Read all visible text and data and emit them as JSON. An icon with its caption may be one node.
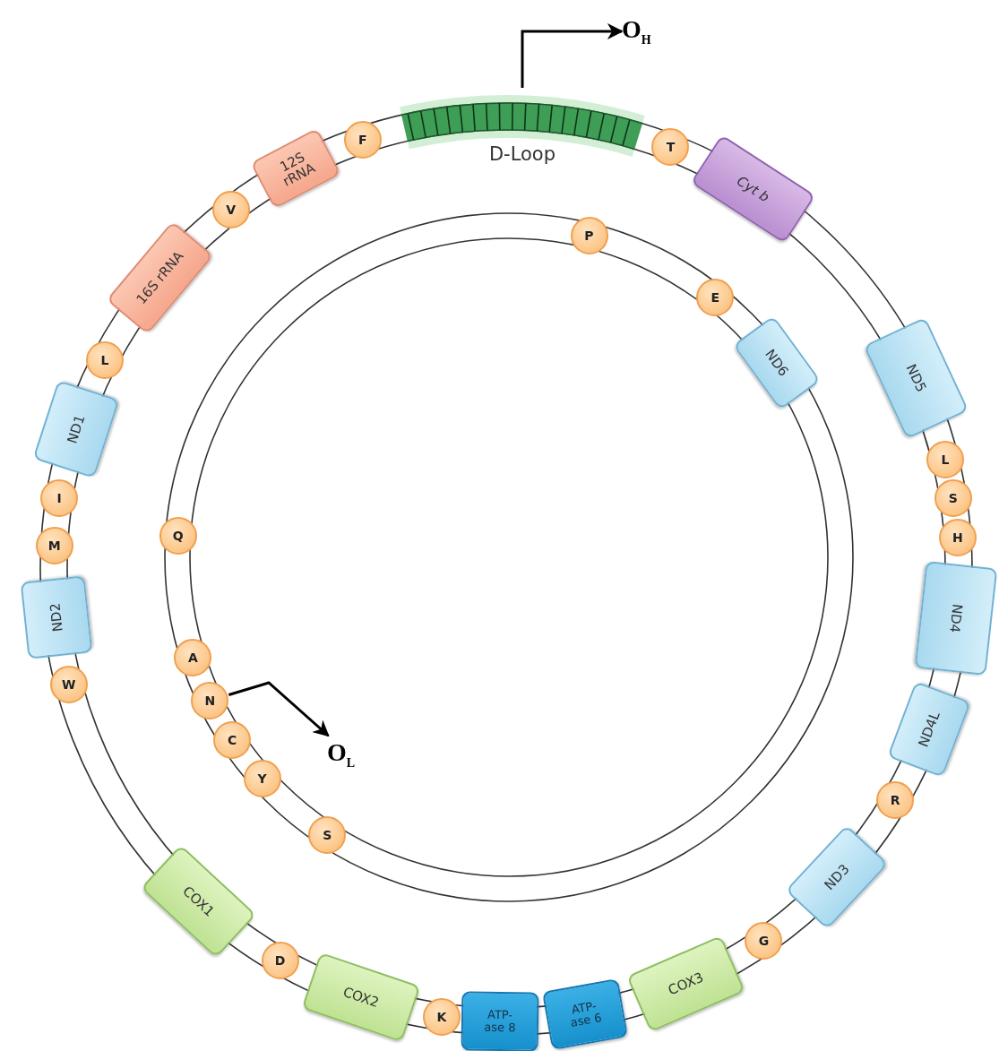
{
  "diagram": {
    "nodes": [
      {
        "text": [
          "O$_{H}$"
        ]
      },
      {
        "text": [
          "D-Loop"
        ]
      },
      {
        "text": [
          "F"
        ]
      },
      {
        "text": [
          "12S rRNA"
        ]
      },
      {
        "text": [
          "V"
        ]
      },
      {
        "text": [
          "16S rRNA"
        ]
      },
      {
        "text": [
          "L"
        ]
      },
      {
        "text": [
          "ND1"
        ]
      },
      {
        "text": [
          "I"
        ]
      },
      {
        "text": [
          "M"
        ]
      },
      {
        "text": [
          "ND2"
        ]
      },
      {
        "text": [
          "W"
        ]
      },
      {
        "text": [
          "COX1"
        ]
      },
      {
        "text": [
          "D"
        ]
      },
      {
        "text": [
          "COX2"
        ]
      },
      {
        "text": [
          "K"
        ]
      },
      {
        "text": [
          "ATP- ase 8"
        ]
      },
      {
        "text": [
          "ATP- ase 6"
        ]
      },
      {
        "text": [
          "COX3"
        ]
      },
      {
        "text": [
          "G"
        ]
      },
      {
        "text": [
          "ND3"
        ]
      },
      {
        "text": [
          "R"
        ]
      },
      {
        "text": [
          "ND4L"
        ]
      },
      {
        "text": [
          "ND4"
        ]
      },
      {
        "text": [
          "H"
        ]
      },
      {
        "text": [
          "S"
        ]
      },
      {
        "text": [
          "L"
        ]
      },
      {
        "text": [
          "ND5"
        ]
      },
      {
        "text": [
          "Cyt b"
        ]
      },
      {
        "text": [
          "T"
        ]
      },
      {
        "text": [
          "P"
        ]
      },
      {
        "text": [
          "E"
        ]
      },
      {
        "text": [
          "ND6"
        ]
      },
      {
        "text": [
          "Q"
        ]
      },
      {
        "text": [
          "A"
        ]
      },
      {
        "text": [
          "N"
        ]
      },
      {
        "text": [
          "C"
        ]
      },
      {
        "text": [
          "Y"
        ]
      },
      {
        "text": [
          "S"
        ]
      },
      {
        "text": [
          "O$_{L}$"
        ]
      }
    ],
    "edges": [
      {
        "from": 1,
        "to": 0,
        "arrow": "to"
      },
      {
        "from": 35,
        "to": 39,
        "arrow": "to"
      }
    ]
  }
}
